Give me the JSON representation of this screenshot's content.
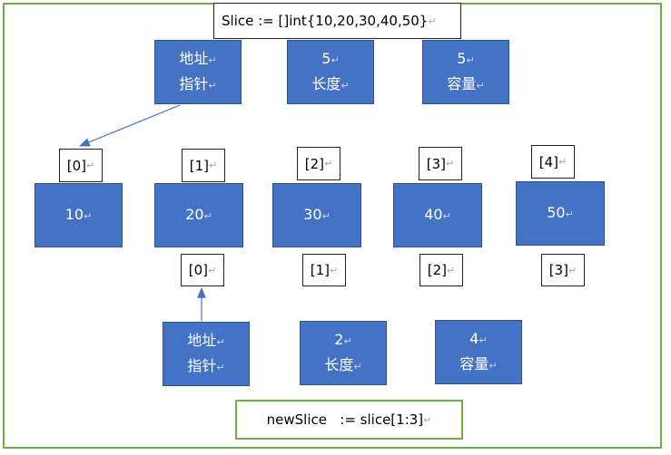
{
  "slice_decl": "Slice := []int{10,20,30,40,50}",
  "newslice_decl": "newSlice   := slice[1:3]",
  "para_mark": "↵",
  "header": {
    "pointer": [
      "地址",
      "指针"
    ],
    "length": [
      "5",
      "长度"
    ],
    "capacity": [
      "5",
      "容量"
    ]
  },
  "array": {
    "values": [
      "10",
      "20",
      "30",
      "40",
      "50"
    ],
    "index_labels": [
      "[0]",
      "[1]",
      "[2]",
      "[3]",
      "[4]"
    ]
  },
  "new_indices": [
    "[0]",
    "[1]",
    "[2]",
    "[3]"
  ],
  "new_header": {
    "pointer": [
      "地址",
      "指针"
    ],
    "length": [
      "2",
      "长度"
    ],
    "capacity": [
      "4",
      "容量"
    ]
  },
  "colors": {
    "box": "#4472c4",
    "arrow": "#4472c4",
    "frame": "#70ad47"
  }
}
